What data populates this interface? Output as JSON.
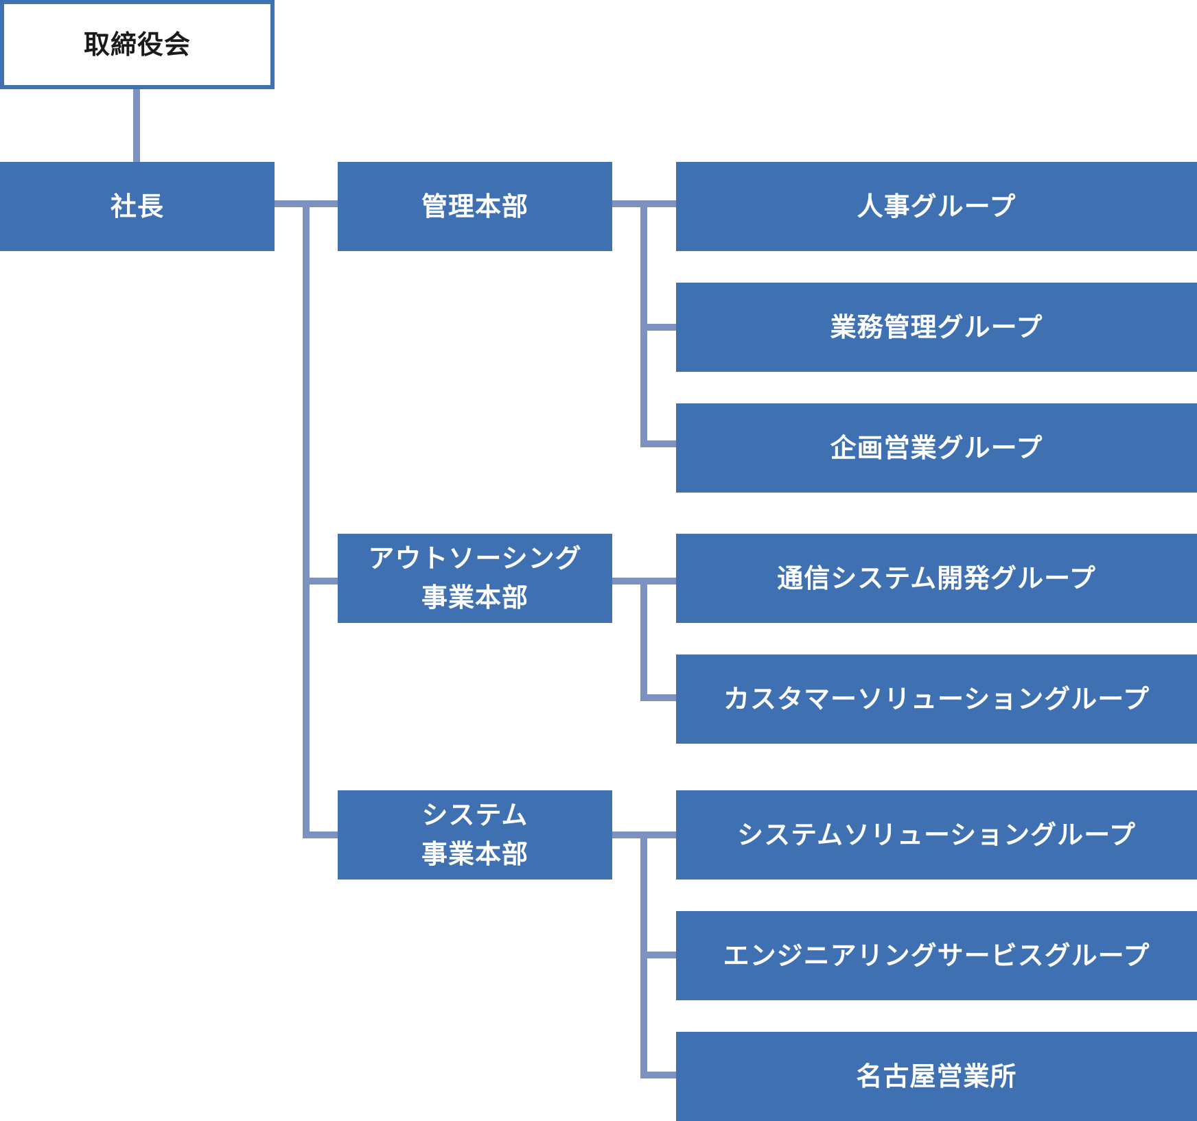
{
  "colors": {
    "box_fill": "#3e70b2",
    "connector": "#7d92c0",
    "board_text": "#1a1a1a"
  },
  "board": "取締役会",
  "president": "社長",
  "divisions": [
    {
      "name": "管理本部",
      "groups": [
        "人事グループ",
        "業務管理グループ",
        "企画営業グループ"
      ]
    },
    {
      "name": "アウトソーシング\n事業本部",
      "groups": [
        "通信システム開発グループ",
        "カスタマーソリューショングループ"
      ]
    },
    {
      "name": "システム\n事業本部",
      "groups": [
        "システムソリューショングループ",
        "エンジニアリングサービスグループ",
        "名古屋営業所"
      ]
    }
  ]
}
